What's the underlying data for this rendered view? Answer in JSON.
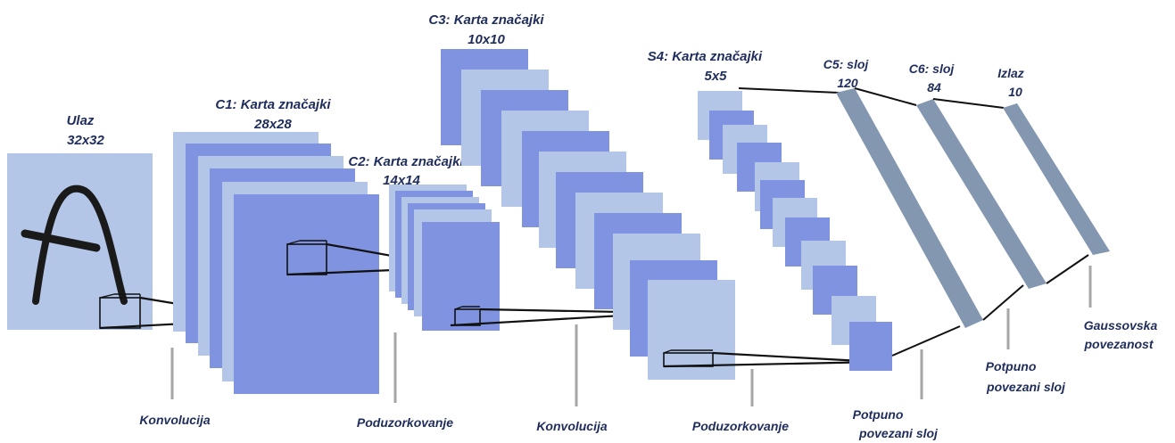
{
  "layers": {
    "input": {
      "title": "Ulaz",
      "size": "32x32"
    },
    "c1": {
      "title": "C1: Karta značajki",
      "size": "28x28"
    },
    "c2": {
      "title": "C2: Karta značajki",
      "size": "14x14"
    },
    "c3": {
      "title": "C3: Karta značajki",
      "size": "10x10"
    },
    "s4": {
      "title": "S4: Karta značajki",
      "size": "5x5"
    },
    "c5": {
      "title": "C5: sloj",
      "size": "120"
    },
    "c6": {
      "title": "C6: sloj",
      "size": "84"
    },
    "output": {
      "title": "Izlaz",
      "size": "10"
    }
  },
  "operations": {
    "conv1": "Konvolucija",
    "pool1": "Poduzorkovanje",
    "conv2": "Konvolucija",
    "pool2": "Poduzorkovanje",
    "fc1_line1": "Potpuno",
    "fc1_line2": "povezani sloj",
    "fc2_line1": "Potpuno",
    "fc2_line2": "povezani sloj",
    "gauss_line1": "Gaussovska",
    "gauss_line2": "povezanost"
  },
  "colors": {
    "map_light": "#b3c6e7",
    "map_dark": "#7f93e0",
    "fc_bar": "#8497b0",
    "text": "#1f2d5c",
    "tick": "#a6a6a6"
  }
}
